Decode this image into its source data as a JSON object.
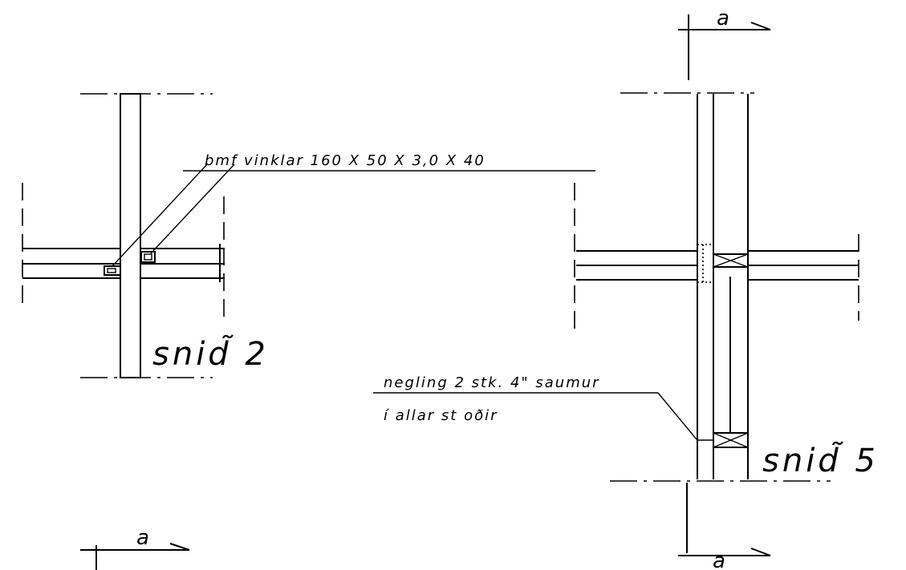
{
  "section_marker_letter": "a",
  "views": [
    {
      "title": "snid̃ 2"
    },
    {
      "title": "snid̃ 5"
    }
  ],
  "annotations": {
    "angle_bracket": "bmf  vinklar  160 X 50 X 3,0 X 40",
    "nailing_line1": "negling  2 stk. 4\" saumur",
    "nailing_line2": "í   allar  st oðir"
  }
}
